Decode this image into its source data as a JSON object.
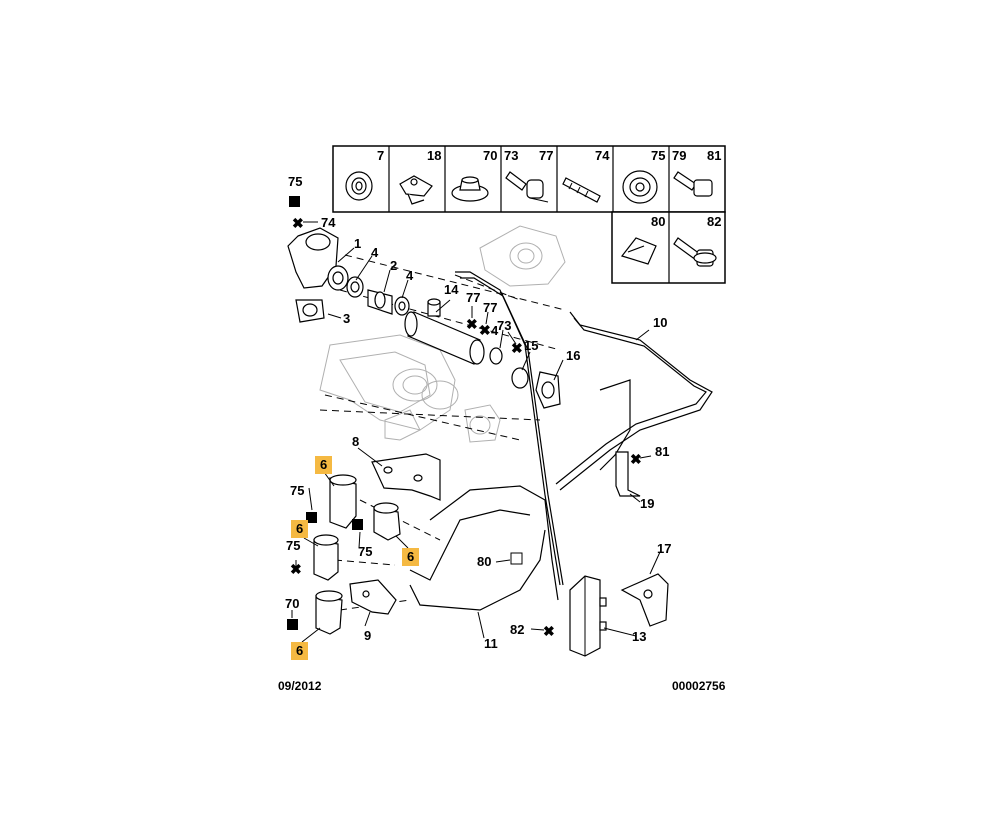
{
  "legend_table": {
    "top_row": [
      {
        "numbers": [
          "7"
        ]
      },
      {
        "numbers": [
          "18"
        ]
      },
      {
        "numbers": [
          "70"
        ]
      },
      {
        "numbers": [
          "73",
          "77"
        ]
      },
      {
        "numbers": [
          "74"
        ]
      },
      {
        "numbers": [
          "75"
        ]
      },
      {
        "numbers": [
          "79",
          "81"
        ]
      }
    ],
    "bottom_row": [
      {
        "numbers": [
          "80"
        ]
      },
      {
        "numbers": [
          "82"
        ]
      }
    ]
  },
  "callouts": {
    "c1": "1",
    "c2": "2",
    "c3": "3",
    "c4a": "4",
    "c4b": "4",
    "c4c": "4",
    "c8": "8",
    "c9": "9",
    "c10": "10",
    "c11": "11",
    "c13": "13",
    "c14": "14",
    "c15": "15",
    "c16": "16",
    "c17": "17",
    "c19": "19",
    "c70": "70",
    "c73": "73",
    "c74": "74",
    "c75a": "75",
    "c75b": "75",
    "c75c": "75",
    "c75d": "75",
    "c77a": "77",
    "c77b": "77",
    "c80": "80",
    "c81": "81",
    "c82": "82"
  },
  "highlighted_callouts": {
    "h6a": "6",
    "h6b": "6",
    "h6c": "6",
    "h6d": "6"
  },
  "footer": {
    "date": "09/2012",
    "reference": "00002756"
  }
}
